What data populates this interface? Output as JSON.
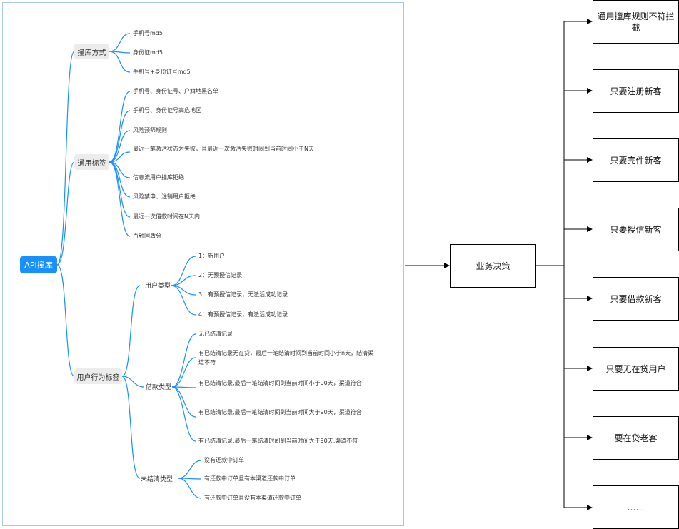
{
  "root": "API撞库",
  "categories": {
    "collision": {
      "label": "撞库方式",
      "leaves": [
        "手机号md5",
        "身份证md5",
        "手机号+身份证号md5"
      ]
    },
    "common": {
      "label": "通用标签",
      "leaves": [
        "手机号、身份证号、户籍地黑名单",
        "手机号、身份证号高危地区",
        "风险预筛规则",
        "最近一笔激活状态为失败，且最近一次激活失败时间到当前时间小于N天",
        "信息流用户撞库拒绝",
        "风险禁申、注销用户拒绝",
        "最近一次借款时间在N天内",
        "百融同盾分"
      ]
    },
    "behavior": {
      "label": "用户行为标签",
      "user_type": {
        "label": "用户类型",
        "leaves": [
          "1：新用户",
          "2：无预授信记录",
          "3：有预授信记录，无激活成功记录",
          "4：有预授信记录，有激活成功记录"
        ]
      },
      "loan_type": {
        "label": "借款类型",
        "leaves": [
          "无已结清记录",
          "有已结清记录无在贷，最后一笔结清时间到当前时间小于n天，结清渠道不符",
          "有已结清记录,最后一笔结清时间到当前时间小于90天，渠道符合",
          "有已结清记录,最后一笔结清时间到当前时间大于90天，渠道符合",
          "有已结清记录,最后一笔结清时间到当前时间大于90天,渠道不符"
        ]
      },
      "unsettled_type": {
        "label": "未结清类型",
        "leaves": [
          "没有还款中订单",
          "有还款中订单且有本渠道还款中订单",
          "有还款中订单且没有本渠道还款中订单"
        ]
      }
    }
  },
  "decision": "业务决策",
  "outcomes": [
    "通用撞库规则不符拦截",
    "只要注册新客",
    "只要完件新客",
    "只要授信新客",
    "只要借款新客",
    "只要无在贷用户",
    "要在贷老客",
    "……"
  ],
  "colors": {
    "root": "#1890ff",
    "branch": "#1890ff",
    "category_bg": "#ececec",
    "frame": "#a9c4f5"
  }
}
